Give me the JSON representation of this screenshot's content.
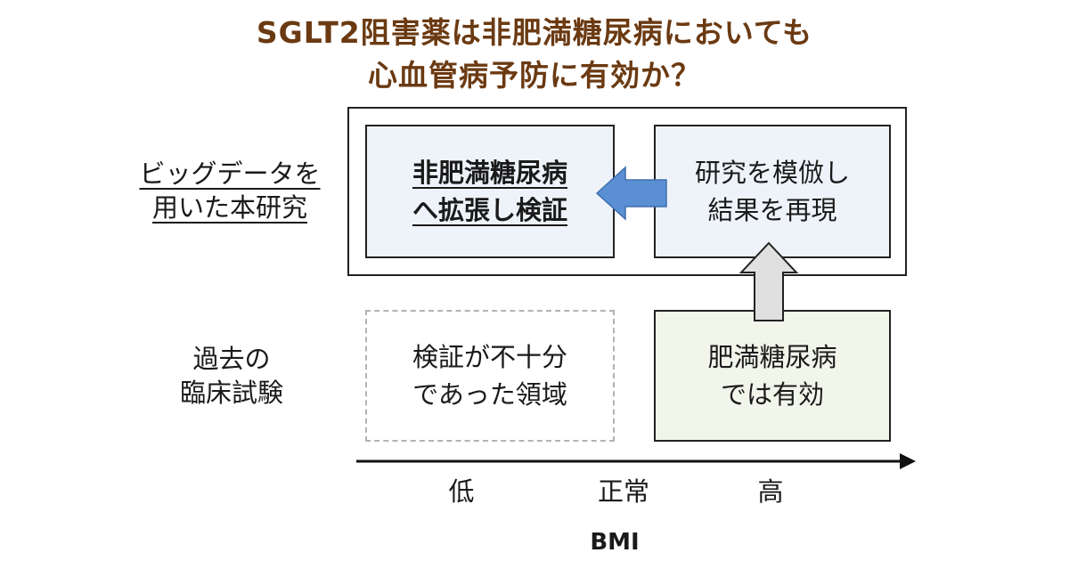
{
  "title": {
    "line1": "SGLT2阻害薬は非肥満糖尿病においても",
    "line2": "心血管病予防に有効か？"
  },
  "rows": {
    "bigdata": {
      "line1": "ビッグデータを",
      "line2": "用いた本研究"
    },
    "past": {
      "line1": "過去の",
      "line2": "臨床試験"
    }
  },
  "boxes": {
    "nonobese": {
      "line1": "非肥満糖尿病",
      "line2": "へ拡張し検証"
    },
    "mimic": {
      "line1": "研究を模倣し",
      "line2": "結果を再現"
    },
    "insufficient": {
      "line1": "検証が不十分",
      "line2": "であった領域"
    },
    "effective": {
      "line1": "肥満糖尿病",
      "line2": "では有効"
    }
  },
  "axis": {
    "ticks": [
      "低",
      "正常",
      "高"
    ],
    "label": "BMI"
  },
  "colors": {
    "title": "#6b3a12",
    "blue_arrow": "#5b8fd3",
    "gray_arrow": "#e0e0e0",
    "study_box_fill": "#eef3fa",
    "effective_box_fill": "#f1f5ea"
  }
}
